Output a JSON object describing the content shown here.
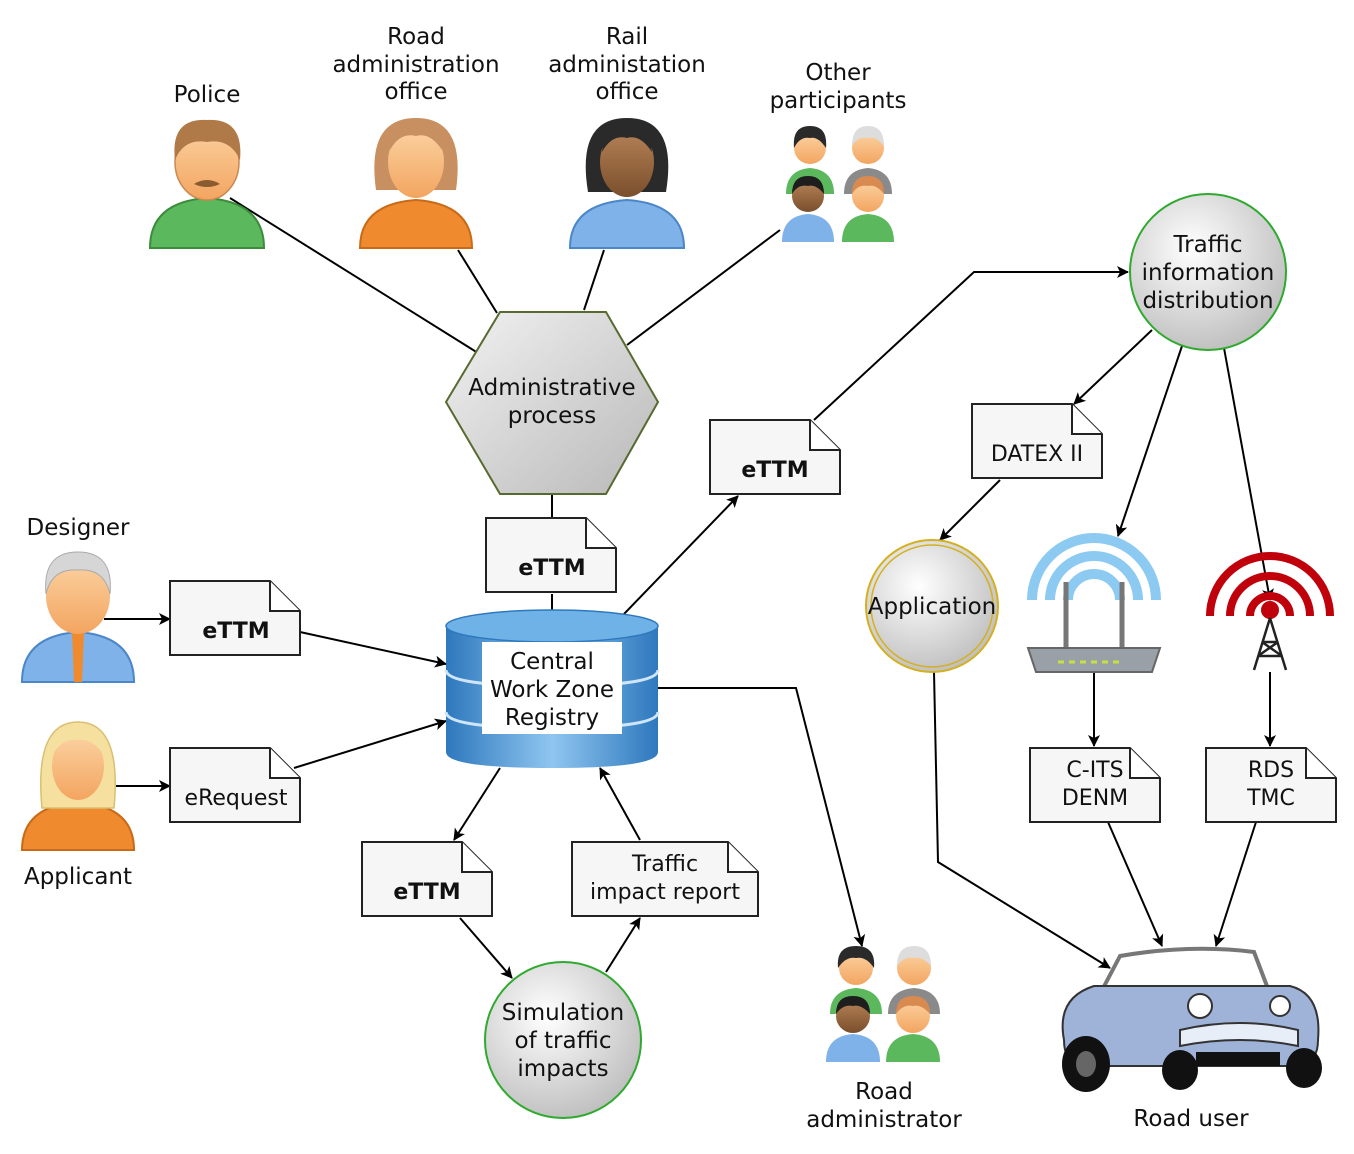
{
  "actors": {
    "police": "Police",
    "road_admin_office": [
      "Road",
      "administration",
      "office"
    ],
    "rail_admin_office": [
      "Rail",
      "administation",
      "office"
    ],
    "other_participants": [
      "Other",
      "participants"
    ],
    "designer": "Designer",
    "applicant": "Applicant",
    "road_administrator": [
      "Road",
      "administrator"
    ],
    "road_user": "Road user"
  },
  "nodes": {
    "administrative_process": [
      "Administrative",
      "process"
    ],
    "registry": [
      "Central",
      "Work Zone",
      "Registry"
    ],
    "traffic_info": [
      "Traffic",
      "information",
      "distribution"
    ],
    "application": "Application",
    "simulation": [
      "Simulation",
      "of traffic",
      "impacts"
    ]
  },
  "documents": {
    "ettm": "eTTM",
    "erequest": "eRequest",
    "datex": "DATEX II",
    "traffic_impact_report": [
      "Traffic",
      "impact report"
    ],
    "cits_denm": [
      "C-ITS",
      "DENM"
    ],
    "rds_tmc": [
      "RDS",
      "TMC"
    ]
  },
  "colors": {
    "green_person": "#5cb85c",
    "orange_person": "#f08a2e",
    "blue_person": "#7fb2e8",
    "db_blue": "#3f8fd0",
    "node_green_border": "#2eaa2e",
    "node_gold_border": "#d4b020",
    "hex_border": "#556b2f",
    "signal_red": "#c0000a",
    "wifi_blue": "#8ccaf2",
    "car_blue": "#9fb3d9"
  }
}
